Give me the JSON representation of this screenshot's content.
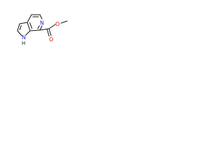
{
  "structure": {
    "atoms": {
      "pyridine_n": {
        "symbol": "N",
        "color": "#1f2bd9"
      },
      "pyrrole_n": {
        "symbol": "N",
        "color": "#1f2bd9"
      },
      "pyrrole_h": {
        "symbol": "H",
        "color": "#1a1a1a"
      },
      "carbonyl_o": {
        "symbol": "O",
        "color": "#e00f0f"
      },
      "ester_o": {
        "symbol": "O",
        "color": "#e00f0f"
      }
    },
    "colors": {
      "bond": "#1a1a1a",
      "nitrogen": "#1f2bd9",
      "oxygen": "#e00f0f",
      "background": "#ffffff"
    }
  }
}
